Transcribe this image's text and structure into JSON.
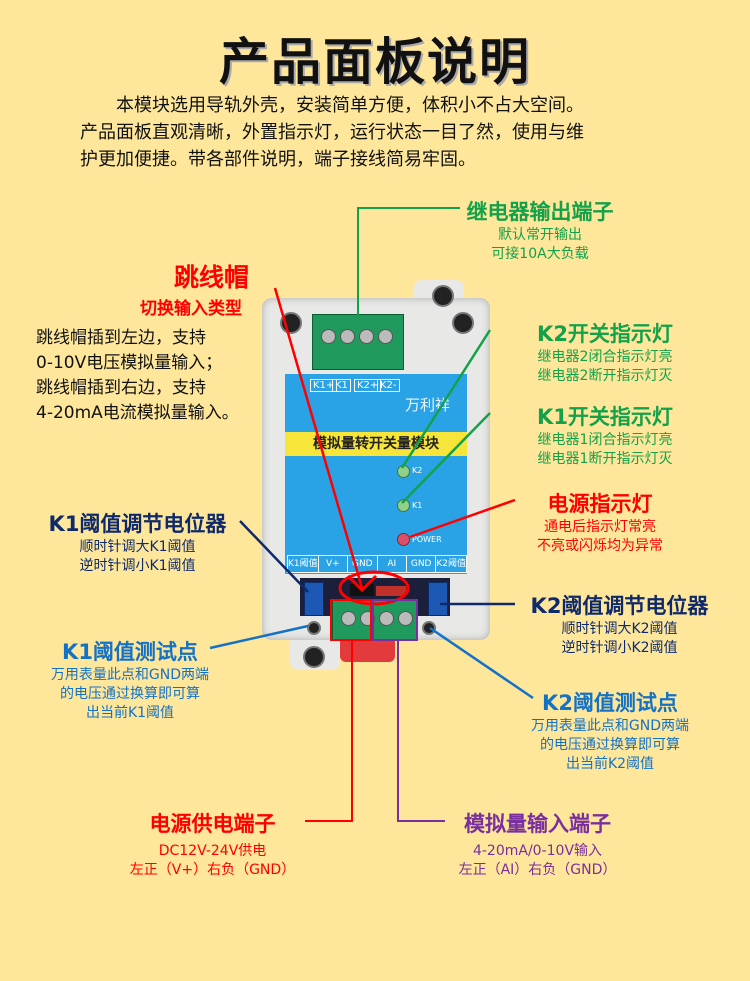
{
  "title": "产品面板说明",
  "intro": [
    "本模块选用导轨外壳，安装简单方便，体积小不占大空间。",
    "产品面板直观清晰，外置指示灯，运行状态一目了然，使用与维",
    "护更加便捷。带各部件说明，端子接线简易牢固。"
  ],
  "relay_output": {
    "title": "继电器输出端子",
    "lines": [
      "默认常开输出",
      "可接10A大负载"
    ]
  },
  "jumper": {
    "title": "跳线帽",
    "subtitle": "切换输入类型",
    "lines": [
      "跳线帽插到左边，支持",
      "0-10V电压模拟量输入；",
      "跳线帽插到右边，支持",
      "4-20mA电流模拟量输入。"
    ]
  },
  "k2_led": {
    "title": "K2开关指示灯",
    "lines": [
      "继电器2闭合指示灯亮",
      "继电器2断开指示灯灭"
    ]
  },
  "k1_led": {
    "title": "K1开关指示灯",
    "lines": [
      "继电器1闭合指示灯亮",
      "继电器1断开指示灯灭"
    ]
  },
  "power_led": {
    "title": "电源指示灯",
    "lines": [
      "通电后指示灯常亮",
      "不亮或闪烁均为异常"
    ]
  },
  "k1_pot": {
    "title": "K1阈值调节电位器",
    "lines": [
      "顺时针调大K1阈值",
      "逆时针调小K1阈值"
    ]
  },
  "k2_pot": {
    "title": "K2阈值调节电位器",
    "lines": [
      "顺时针调大K2阈值",
      "逆时针调小K2阈值"
    ]
  },
  "k1_test": {
    "title": "K1阈值测试点",
    "lines": [
      "万用表量此点和GND两端",
      "的电压通过换算即可算",
      "出当前K1阈值"
    ]
  },
  "k2_test": {
    "title": "K2阈值测试点",
    "lines": [
      "万用表量此点和GND两端",
      "的电压通过换算即可算",
      "出当前K2阈值"
    ]
  },
  "power_term": {
    "title": "电源供电端子",
    "lines": [
      "DC12V-24V供电",
      "左正（V+）右负（GND）"
    ]
  },
  "analog_term": {
    "title": "模拟量输入端子",
    "lines": [
      "4-20mA/0-10V输入",
      "左正（AI）右负（GND）"
    ]
  },
  "device": {
    "brand": "万利祥",
    "name": "模拟量转开关量模块",
    "top_labels": [
      "K1+",
      "K1",
      "K2+",
      "K2-"
    ],
    "led_labels": [
      "K2",
      "K1",
      "POWER"
    ],
    "bottom_labels": [
      "K1阈值",
      "V+",
      "GND",
      "AI",
      "GND",
      "K2阈值"
    ]
  },
  "colors": {
    "background": "#fee69b",
    "green": "#13a14a",
    "red": "#ff0000",
    "navy": "#0e2a6a",
    "blue": "#1472c6",
    "purple": "#7a2f9e"
  }
}
